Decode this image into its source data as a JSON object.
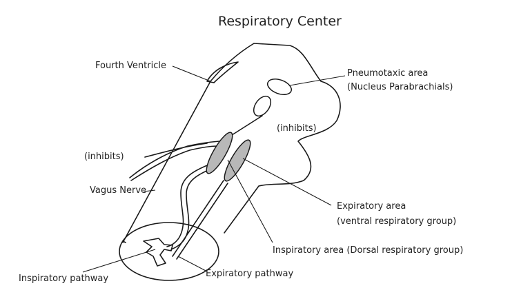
{
  "title": "Respiratory Center",
  "labels": {
    "fourth_ventricle": "Fourth Ventricle",
    "pneumotaxic_area": "Pneumotaxic area",
    "nucleus_parabrachialis": "(Nucleus Parabrachials)",
    "inhibits_center": "(inhibits)",
    "inhibits_left": "(inhibits)",
    "vagus_nerve": "Vagus Nerve",
    "expiratory_area": "Expiratory area",
    "ventral_group": "(ventral respiratory group)",
    "inspiratory_area": "Inspiratory area (Dorsal respiratory group)",
    "inspiratory_pathway": "Inspiratory pathway",
    "expiratory_pathway": "Expiratory pathway"
  },
  "colors": {
    "line": "#1a1a1a",
    "area_fill": "#b8b8b8",
    "text": "#222222"
  }
}
